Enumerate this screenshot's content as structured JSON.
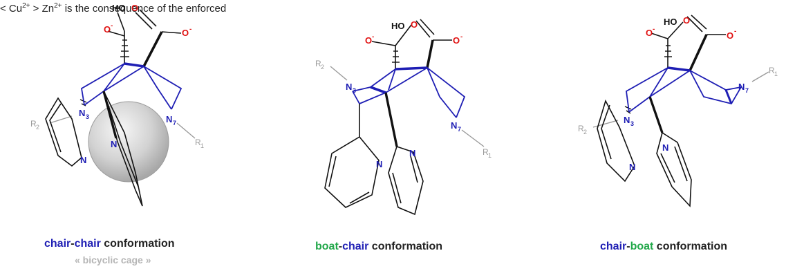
{
  "header": {
    "part1": " < Cu",
    "cu_charge": "2+",
    "part2": " > Zn",
    "zn_charge": "2+",
    "part3": " is the consequence of the enforced"
  },
  "atom_labels": {
    "ho": "HO",
    "o": "O",
    "o_minus": "O",
    "minus": "-",
    "n": "N",
    "n3_n": "N",
    "n3_sub": "3",
    "n7_n": "N",
    "n7_sub": "7",
    "r1_r": "R",
    "r1_sub": "1",
    "r2_r": "R",
    "r2_sub": "2"
  },
  "captions": {
    "chair_chair": {
      "w1": "chair",
      "dash": "-",
      "w2": "chair",
      "w3": " conformation"
    },
    "bicyclic_cage": "« bicyclic cage »",
    "boat_chair": {
      "w1": "boat",
      "dash": "-",
      "w2": "chair",
      "w3": " conformation"
    },
    "chair_boat": {
      "w1": "chair",
      "dash": "-",
      "w2": "boat",
      "w3": " conformation"
    }
  },
  "colors": {
    "skeleton_blue": "#1e1eb4",
    "oxygen_red": "#e01010",
    "substituent_gray": "#9a9a9a",
    "bond_black": "#111111",
    "boat_green": "#22a84a",
    "caption_gray": "#b5b5b5"
  }
}
